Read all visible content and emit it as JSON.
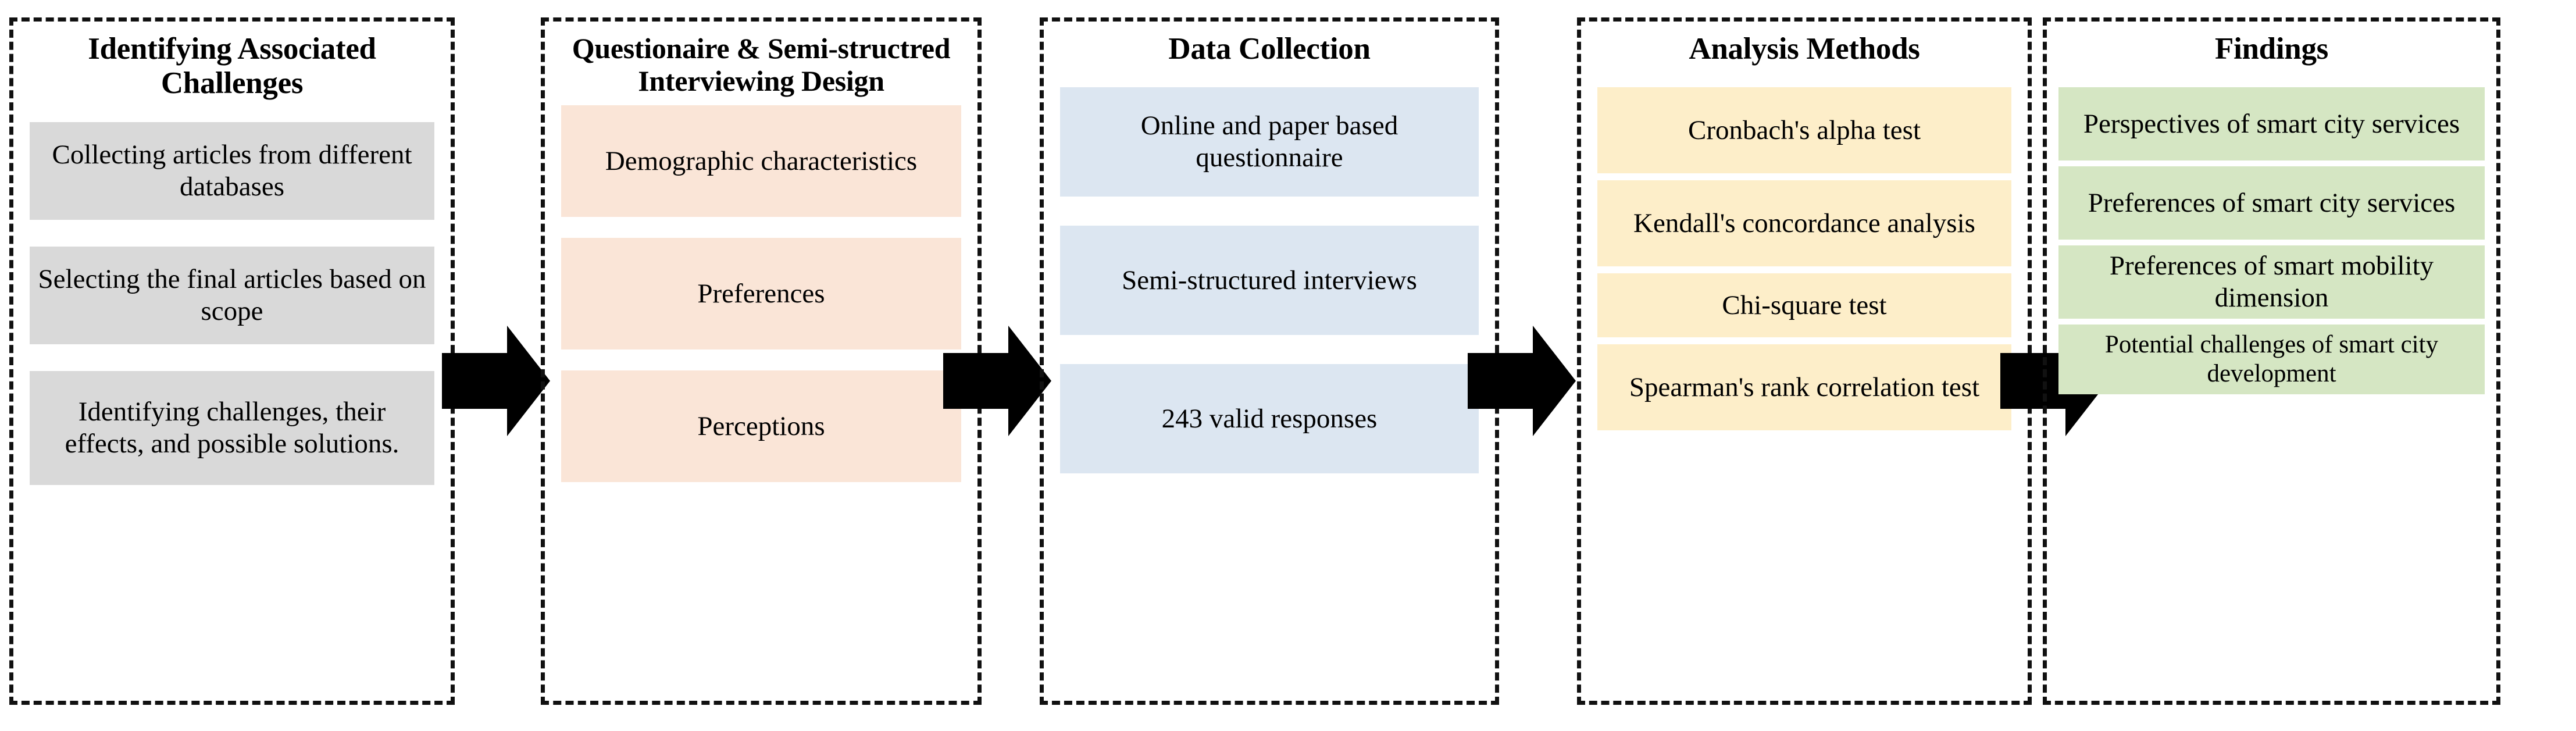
{
  "diagram": {
    "title": "Research methodology flowchart",
    "colors": {
      "stage_border": "#111111",
      "stage1_item_fill": "#d9d9d9",
      "stage2_item_fill": "#fae5d7",
      "stage3_item_fill": "#dce6f1",
      "stage4_item_fill": "#fdeec9",
      "stage5_item_fill": "#d5e6c3",
      "arrow_fill": "#000000"
    },
    "stages": [
      {
        "title": "Identifying Associated Challenges",
        "items": [
          "Collecting articles from different databases",
          "Selecting the final articles based on scope",
          "Identifying  challenges, their effects, and possible solutions."
        ]
      },
      {
        "title": "Questionaire & Semi-structred Interviewing Design",
        "items": [
          "Demographic characteristics",
          "Preferences",
          "Perceptions"
        ]
      },
      {
        "title": "Data Collection",
        "items": [
          "Online and paper based questionnaire",
          "Semi-structured interviews",
          "243 valid responses"
        ]
      },
      {
        "title": "Analysis Methods",
        "items": [
          "Cronbach's alpha test",
          "Kendall's concordance analysis",
          "Chi-square test",
          "Spearman's rank correlation test"
        ]
      },
      {
        "title": "Findings",
        "items": [
          "Perspectives of smart city services",
          "Preferences of smart city services",
          "Preferences of smart mobility dimension",
          "Potential challenges of smart city development"
        ]
      }
    ],
    "connectors": [
      {
        "icon": "right-arrow-icon",
        "from": "Identifying Associated Challenges",
        "to": "Questionaire & Semi-structred Interviewing Design"
      },
      {
        "icon": "right-arrow-icon",
        "from": "Questionaire & Semi-structred Interviewing Design",
        "to": "Data Collection"
      },
      {
        "icon": "right-arrow-icon",
        "from": "Data Collection",
        "to": "Analysis Methods"
      },
      {
        "icon": "right-arrow-icon",
        "from": "Analysis Methods",
        "to": "Findings"
      }
    ]
  }
}
